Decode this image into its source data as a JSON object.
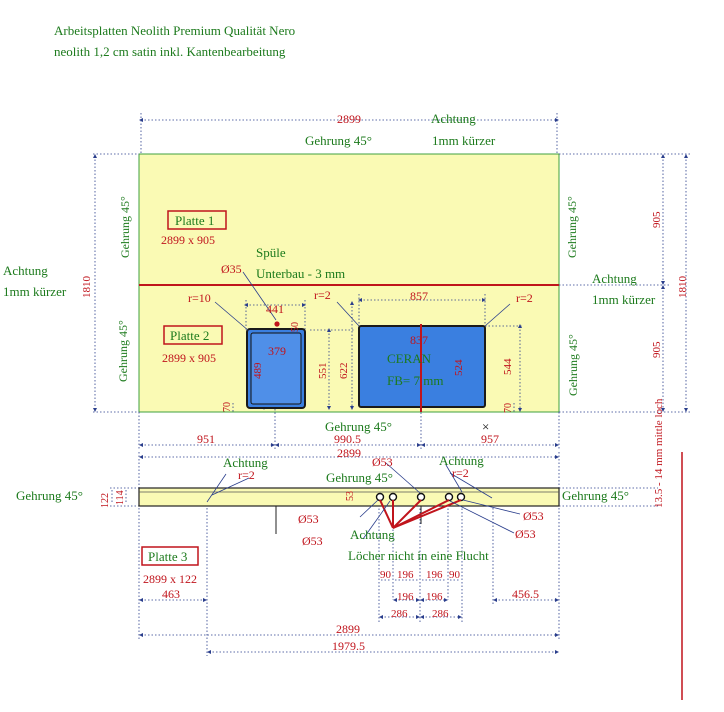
{
  "header": {
    "line1": "Arbeitsplatten Neolith Premium Qualität Nero",
    "line2": "neolith 1,2 cm satin inkl. Kantenbearbeitung"
  },
  "colors": {
    "slab": "#fafab4",
    "outline": "#3fa03f",
    "red": "#c0141c",
    "green": "#1c7a1c",
    "blue_dim": "#2a3e8c",
    "cutout": "#3a7fe0"
  },
  "top": {
    "width_dim": "2899",
    "achtung_top": "Achtung",
    "kurzer_top": "1mm kürzer",
    "gehrung_top": "Gehrung 45°",
    "gehrung_left_upper": "Gehrung 45°",
    "gehrung_left_lower": "Gehrung 45°",
    "gehrung_right_upper": "Gehrung 45°",
    "gehrung_right_lower": "Gehrung 45°",
    "gehrung_bottom": "Gehrung 45°",
    "achtung_left": "Achtung",
    "kurzer_left": "1mm kürzer",
    "achtung_right": "Achtung",
    "kurzer_right": "1mm kürzer",
    "left_1810": "1810",
    "right_1810": "1810",
    "right_905_upper": "905",
    "right_905_lower": "905",
    "platte1_label": "Platte 1",
    "platte1_size": "2899 x 905",
    "platte2_label": "Platte 2",
    "platte2_size": "2899 x 905",
    "spuele": "Spüle",
    "unterbau": "Unterbau - 3 mm",
    "d35": "Ø35",
    "r10": "r=10",
    "r2_a": "r=2",
    "r2_b": "r=2",
    "sink_441": "441",
    "sink_379": "379",
    "sink_489": "489",
    "sink_551": "551",
    "sink_622": "622",
    "sink_50": "50",
    "sink_70": "70",
    "cook_857_top": "857",
    "cook_837": "837",
    "cook_524": "524",
    "cook_544": "544",
    "cook_70": "70",
    "ceran": "CERAN",
    "fb": "FB= 7 mm",
    "bottom_951": "951",
    "bottom_9905": "990.5",
    "bottom_957": "957"
  },
  "strip": {
    "width_dim": "2899",
    "achtung_left": "Achtung",
    "r2_left": "r=2",
    "d53_top": "Ø53",
    "gehrung_mid": "Gehrung 45°",
    "achtung_right": "Achtung",
    "r2_right": "r=2",
    "side_text": "13.5 - 14 mm mittle loch",
    "gehrung_left": "Gehrung 45°",
    "gehrung_right": "Gehrung 45°",
    "h122": "122",
    "h114": "114",
    "h53": "53",
    "d53_l1": "Ø53",
    "d53_l2": "Ø53",
    "d53_r1": "Ø53",
    "d53_r2": "Ø53",
    "achtung_mid": "Achtung",
    "loecher": "Löcher nicht in eine Flucht",
    "platte3_label": "Platte 3",
    "platte3_size": "2899 x 122",
    "dim_90a": "90",
    "dim_196a": "196",
    "dim_196b": "196",
    "dim_90b": "90",
    "dim_196c": "196",
    "dim_196d": "196",
    "dim_286a": "286",
    "dim_286b": "286",
    "dim_463": "463",
    "dim_4565": "456.5",
    "dim_2899_bottom": "2899",
    "dim_19795": "1979.5"
  }
}
